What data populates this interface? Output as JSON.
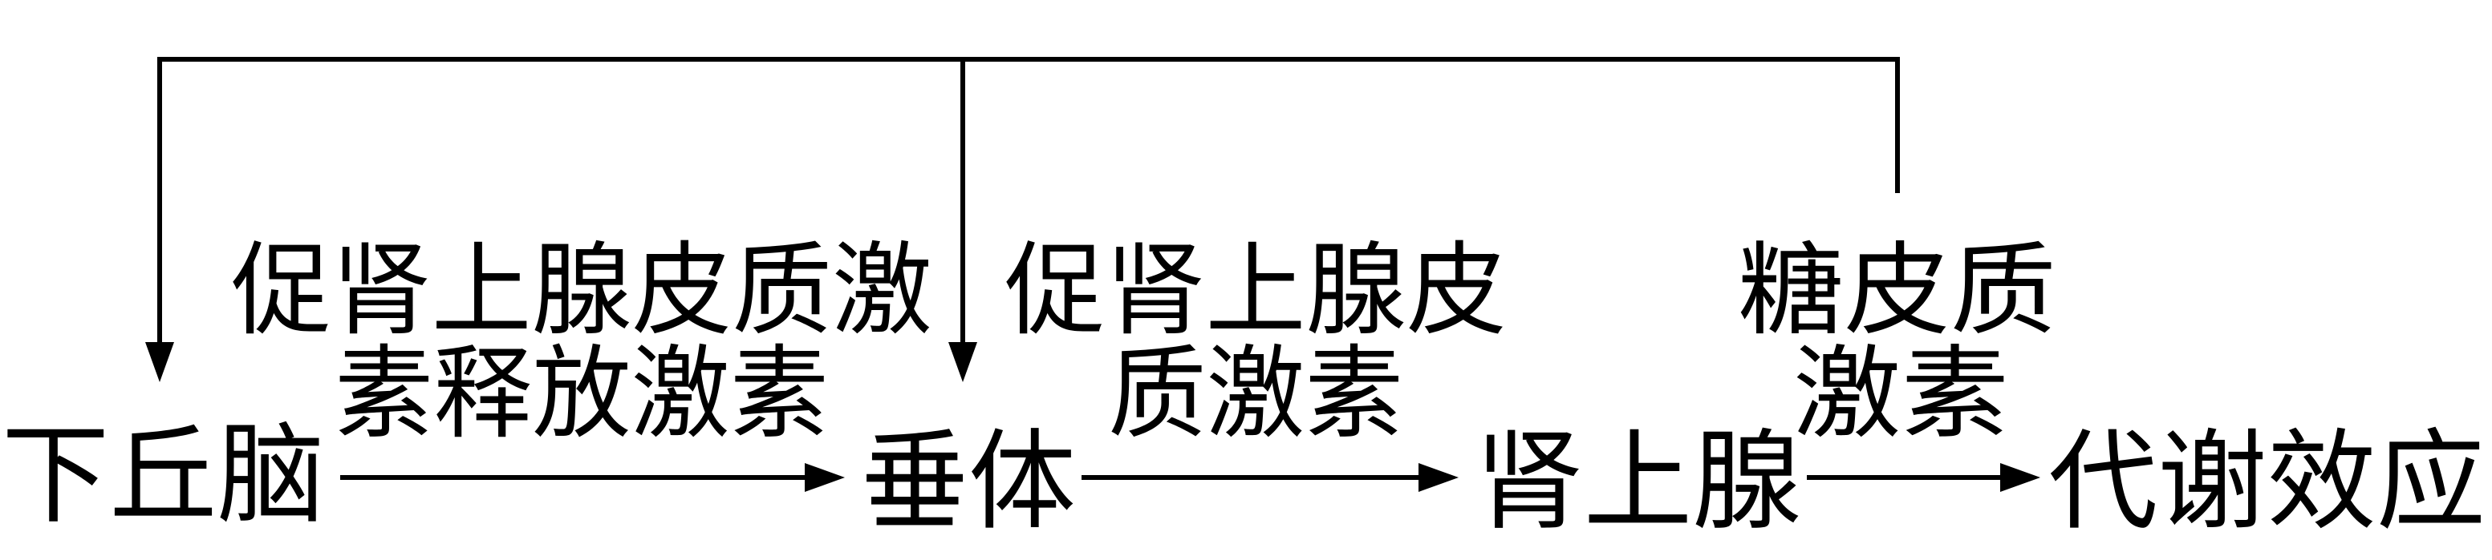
{
  "nodes": {
    "hypothalamus": "下丘脑",
    "pituitary": "垂体",
    "adrenal": "肾上腺",
    "metabolic_effect": "代谢效应"
  },
  "edges": {
    "crh": {
      "line1": "促肾上腺皮质激",
      "line2": "素释放激素"
    },
    "acth": {
      "line1": "促肾上腺皮",
      "line2": "质激素"
    },
    "glucocorticoid": {
      "line1": "糖皮质",
      "line2": "激素"
    }
  },
  "colors": {
    "stroke": "#000000",
    "background": "#ffffff"
  }
}
